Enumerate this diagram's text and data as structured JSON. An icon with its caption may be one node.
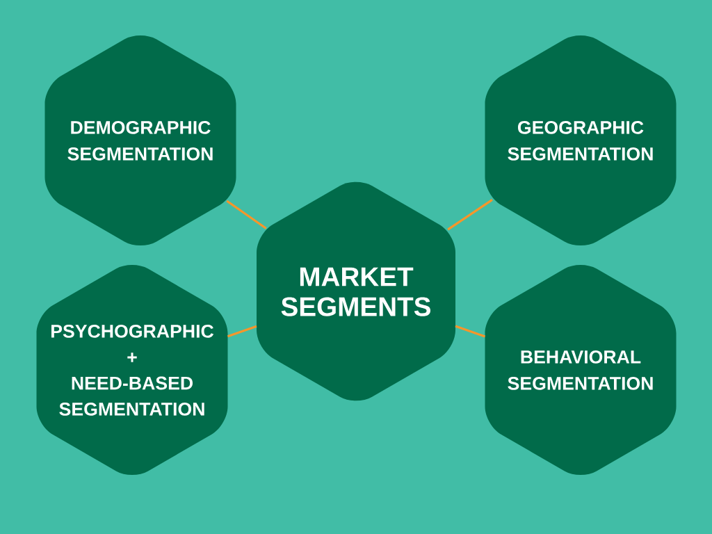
{
  "diagram": {
    "nodes": [
      {
        "text": [
          "DEMOGRAPHIC SEGMENTATION"
        ]
      },
      {
        "text": [
          "GEOGRAPHIC SEGMENTATION"
        ]
      },
      {
        "text": [
          "MARKET SEGMENTS"
        ]
      },
      {
        "text": [
          "PSYCHOGRAPHIC + NEED-BASED SEGMENTATION"
        ]
      },
      {
        "text": [
          "BEHAVIORAL SEGMENTATION"
        ]
      }
    ],
    "edges": [
      {
        "from": 2,
        "to": 0,
        "arrow": "none"
      },
      {
        "from": 2,
        "to": 1,
        "arrow": "none"
      },
      {
        "from": 2,
        "to": 3,
        "arrow": "none"
      },
      {
        "from": 2,
        "to": 4,
        "arrow": "none"
      }
    ]
  }
}
